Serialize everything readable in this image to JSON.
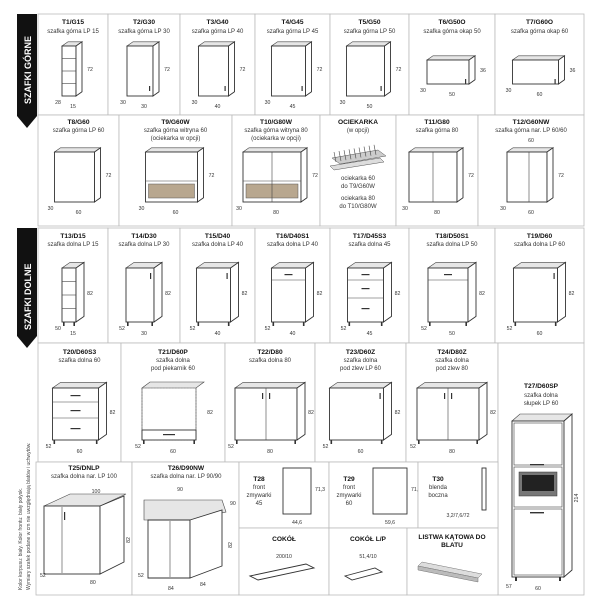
{
  "sections": {
    "upper": "SZAFKI GÓRNE",
    "lower": "SZAFKI DOLNE"
  },
  "side_note": {
    "line1": "Kolor korpusu: biały. Kolor frontu: biały połysk.",
    "line2": "Wymiary szafek podane w cm nie uwzględniają blatów i uchwytów."
  },
  "upper_row1": [
    {
      "code": "T1/G15",
      "desc": "szafka górna LP 15",
      "h": "72",
      "d": "28",
      "w": "15"
    },
    {
      "code": "T2/G30",
      "desc": "szafka górna LP 30",
      "h": "72",
      "d": "30",
      "w": "30"
    },
    {
      "code": "T3/G40",
      "desc": "szafka górna LP 40",
      "h": "72",
      "d": "30",
      "w": "40"
    },
    {
      "code": "T4/G45",
      "desc": "szafka górna LP 45",
      "h": "72",
      "d": "30",
      "w": "45"
    },
    {
      "code": "T5/G50",
      "desc": "szafka górna LP 50",
      "h": "72",
      "d": "30",
      "w": "50"
    },
    {
      "code": "T6/G50O",
      "desc": "szafka górna okap 50",
      "h": "36",
      "d": "30",
      "w": "50"
    },
    {
      "code": "T7/G60O",
      "desc": "szafka górna okap 60",
      "h": "36",
      "d": "30",
      "w": "60"
    }
  ],
  "upper_row2": [
    {
      "code": "T8/G60",
      "desc1": "szafka górna LP 60",
      "desc2": "",
      "h": "72",
      "d": "30",
      "w": "60"
    },
    {
      "code": "T9/G60W",
      "desc1": "szafka górna witryna 60",
      "desc2": "(ociekarka w opcji)",
      "h": "72",
      "d": "30",
      "w": "60"
    },
    {
      "code": "T10/G80W",
      "desc1": "szafka górna witryna 80",
      "desc2": "(ociekarka w opcji)",
      "h": "72",
      "d": "30",
      "w": "80"
    },
    {
      "code": "OCIEKARKA",
      "desc1": "(w opcji)",
      "desc2": "",
      "l1": "ociekarka 60",
      "l2": "do T9/G60W",
      "l3": "ociekarka 80",
      "l4": "do T10/G80W"
    },
    {
      "code": "T11/G80",
      "desc1": "szafka górna 80",
      "desc2": "",
      "h": "72",
      "d": "30",
      "w": "80"
    },
    {
      "code": "T12/G60NW",
      "desc1": "szafka górna nar. LP 60/60",
      "desc2": "",
      "h": "72",
      "d": "30",
      "w": "60",
      "w2": "60"
    }
  ],
  "lower_row1": [
    {
      "code": "T13/D15",
      "desc": "szafka dolna LP 15",
      "h": "82",
      "d": "50",
      "w": "15"
    },
    {
      "code": "T14/D30",
      "desc": "szafka dolna LP 30",
      "h": "82",
      "d": "52",
      "w": "30"
    },
    {
      "code": "T15/D40",
      "desc": "szafka dolna LP 40",
      "h": "82",
      "d": "52",
      "w": "40"
    },
    {
      "code": "T16/D40S1",
      "desc": "szafka dolna LP 40",
      "h": "82",
      "d": "52",
      "w": "40"
    },
    {
      "code": "T17/D45S3",
      "desc": "szafka dolna 45",
      "h": "82",
      "d": "52",
      "w": "45"
    },
    {
      "code": "T18/D50S1",
      "desc": "szafka dolna LP 50",
      "h": "82",
      "d": "52",
      "w": "50"
    },
    {
      "code": "T19/D60",
      "desc": "szafka dolna LP 60",
      "h": "82",
      "d": "52",
      "w": "60"
    }
  ],
  "lower_row2": [
    {
      "code": "T20/D60S3",
      "desc1": "szafka dolna 60",
      "desc2": "",
      "h": "82",
      "d": "52",
      "w": "60"
    },
    {
      "code": "T21/D60P",
      "desc1": "szafka dolna",
      "desc2": "pod piekarnik 60",
      "h": "82",
      "d": "52",
      "w": "60"
    },
    {
      "code": "T22/D80",
      "desc1": "szafka dolna 80",
      "desc2": "",
      "h": "82",
      "d": "52",
      "w": "80"
    },
    {
      "code": "T23/D60Z",
      "desc1": "szafka dolna",
      "desc2": "pod zlew LP 60",
      "h": "82",
      "d": "52",
      "w": "60"
    },
    {
      "code": "T24/D80Z",
      "desc1": "szafka dolna",
      "desc2": "pod zlew 80",
      "h": "82",
      "d": "52",
      "w": "80"
    }
  ],
  "tall": {
    "code": "T27/D60SP",
    "desc1": "szafka dolna",
    "desc2": "słupek LP 60",
    "h": "214",
    "d": "57",
    "w": "60"
  },
  "corner": [
    {
      "code": "T25/DNLP",
      "desc": "szafka dolna nar. LP 100",
      "top": "100",
      "h": "82",
      "d": "52",
      "w": "80"
    },
    {
      "code": "T26/D90NW",
      "desc": "szafka dolna nar. LP 90/90",
      "top": "90",
      "top2": "90",
      "h": "82",
      "d": "52",
      "w": "84",
      "w2": "84"
    }
  ],
  "fronts": [
    {
      "code": "T28",
      "desc1": "front",
      "desc2": "zmywarki",
      "desc3": "45",
      "h": "71,3",
      "w": "44,6"
    },
    {
      "code": "T29",
      "desc1": "front",
      "desc2": "zmywarki",
      "desc3": "60",
      "h": "71,3",
      "w": "59,6"
    },
    {
      "code": "T30",
      "desc1": "blenda",
      "desc2": "boczna",
      "desc3": "",
      "h": "71,3",
      "dims": "3,2/7,6/72"
    }
  ],
  "accessories": [
    {
      "code": "COKÓŁ",
      "dim": "200/10"
    },
    {
      "code": "COKÓŁ L/P",
      "dim": "51,4/10"
    },
    {
      "code": "LISTWA KĄTOWA DO",
      "code2": "BLATU"
    }
  ]
}
